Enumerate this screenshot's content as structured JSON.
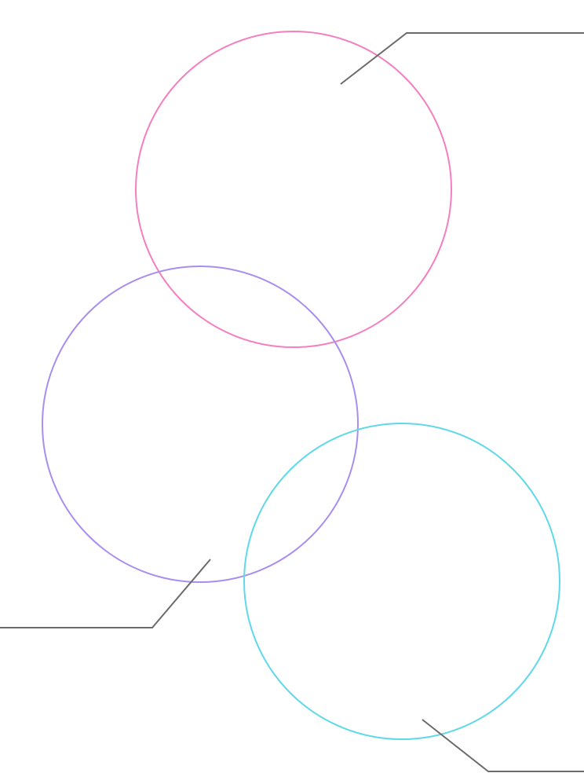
{
  "diagram": {
    "type": "venn",
    "sets": [
      {
        "id": "top",
        "color": "#f47fc0"
      },
      {
        "id": "left",
        "color": "#a98ef0"
      },
      {
        "id": "bottom-right",
        "color": "#5fd8e8"
      }
    ],
    "leader_color": "#6b6b6b",
    "labels": []
  }
}
